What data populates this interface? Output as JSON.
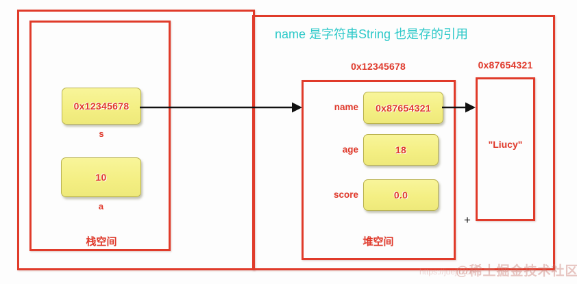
{
  "diagram": {
    "title": "name 是字符串String 也是存的引用",
    "title_color": "#2ec9c9",
    "accent_color": "#e0392b",
    "cell_color": "#f4ef84"
  },
  "stack": {
    "region_label": "栈空间",
    "slots": [
      {
        "value": "0x12345678",
        "var_name": "s"
      },
      {
        "value": "10",
        "var_name": "a"
      }
    ]
  },
  "heap": {
    "region_label": "堆空间",
    "object": {
      "address_label": "0x12345678",
      "fields": [
        {
          "name": "name",
          "value": "0x87654321"
        },
        {
          "name": "age",
          "value": "18"
        },
        {
          "name": "score",
          "value": "0.0"
        }
      ]
    },
    "string_pool": {
      "address_label": "0x87654321",
      "value": "\"Liucy\""
    },
    "plus_sign": "+"
  },
  "watermark": {
    "text": "@稀土掘金技术社区",
    "url": "https://juejin.cn"
  }
}
